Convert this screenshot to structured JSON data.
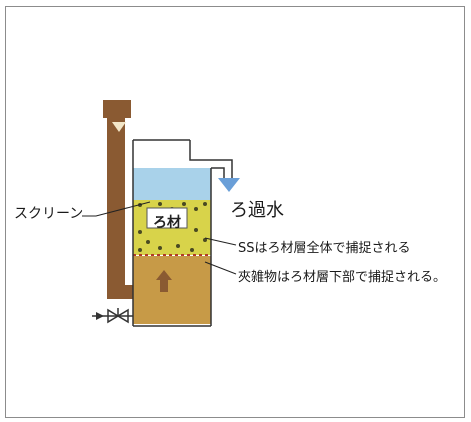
{
  "labels": {
    "screen": "スクリーン",
    "filter_media": "ろ材",
    "filtered_water": "ろ過水",
    "ss_note": "SSはろ材層全体で捕捉される",
    "impurity_note": "夾雑物はろ材層下部で捕捉される。"
  },
  "colors": {
    "pipe": "#8a5a32",
    "water": "#a9d2ea",
    "sludge": "#c79a47",
    "media_layer": "#d8d34a",
    "arrow": "#6a9fd8"
  }
}
